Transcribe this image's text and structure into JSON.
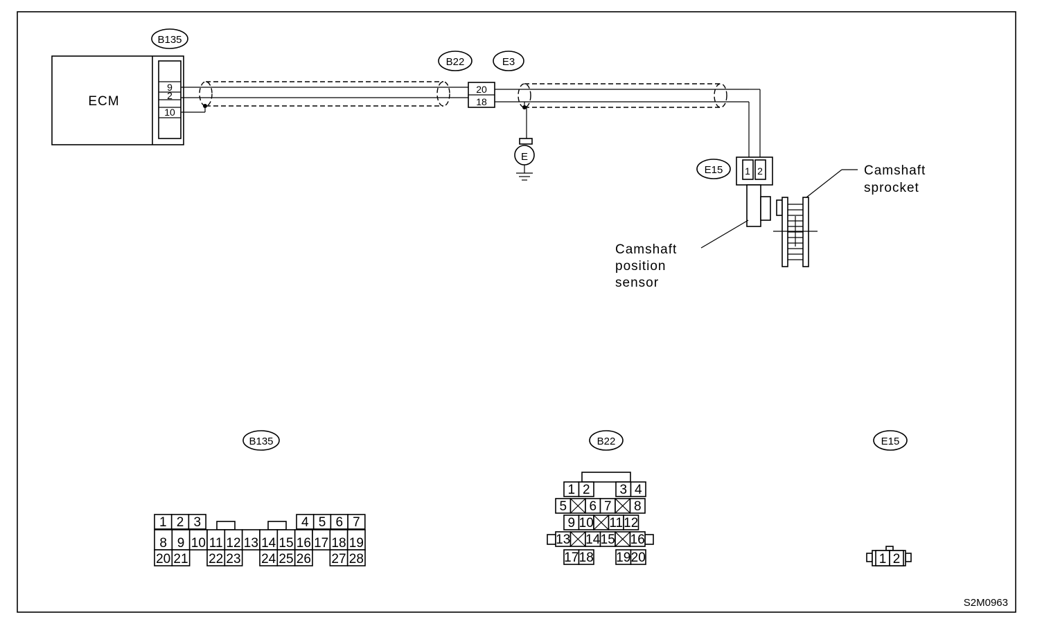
{
  "diagram": {
    "ecm_label": "ECM",
    "ground_label": "E",
    "figure_code": "S2M0963",
    "connector_tags": {
      "ecm_connector": "B135",
      "mid_left": "B22",
      "mid_right": "E3",
      "sensor_connector": "E15"
    },
    "ecm_pins": [
      "9",
      "2",
      "10"
    ],
    "joint_pins": [
      "20",
      "18"
    ],
    "sensor_pins": [
      "1",
      "2"
    ],
    "labels": {
      "sensor_line1": "Camshaft",
      "sensor_line2": "position",
      "sensor_line3": "sensor",
      "sprocket_line1": "Camshaft",
      "sprocket_line2": "sprocket"
    }
  },
  "connector_views": {
    "b135": {
      "tag": "B135",
      "row1": [
        "1",
        "2",
        "3",
        "4",
        "5",
        "6",
        "7"
      ],
      "row2": [
        "8",
        "9",
        "10",
        "11",
        "12",
        "13",
        "14",
        "15",
        "16",
        "17",
        "18",
        "19"
      ],
      "row3": [
        "20",
        "21",
        "22",
        "23",
        "24",
        "25",
        "26",
        "27",
        "28"
      ]
    },
    "b22": {
      "tag": "B22",
      "row1": [
        "1",
        "2",
        "3",
        "4"
      ],
      "row2": [
        "5",
        "6",
        "7",
        "8"
      ],
      "row3": [
        "9",
        "10",
        "11",
        "12"
      ],
      "row4": [
        "13",
        "14",
        "15",
        "16"
      ],
      "row5": [
        "17",
        "18",
        "19",
        "20"
      ]
    },
    "e15": {
      "tag": "E15",
      "pins": [
        "1",
        "2"
      ]
    }
  }
}
